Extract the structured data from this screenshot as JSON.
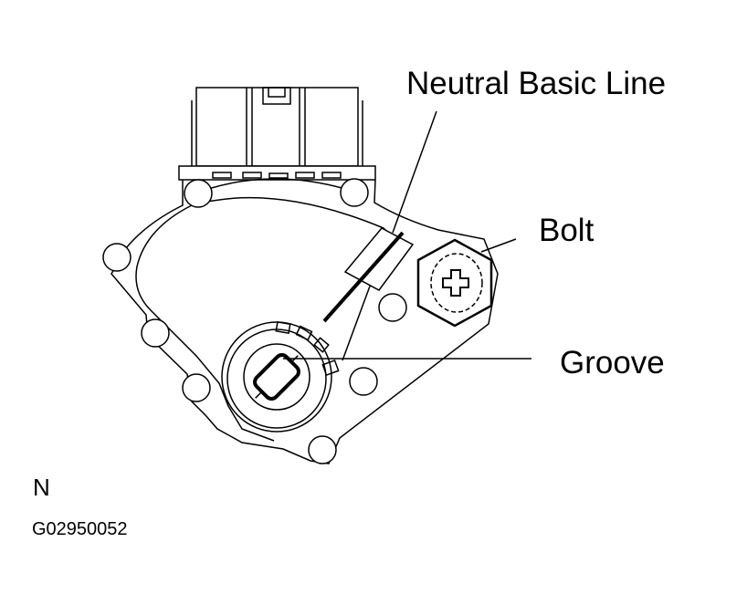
{
  "labels": {
    "neutral_basic_line": "Neutral Basic Line",
    "bolt": "Bolt",
    "groove": "Groove"
  },
  "position_marker": "N",
  "figure_id": "G02950052"
}
